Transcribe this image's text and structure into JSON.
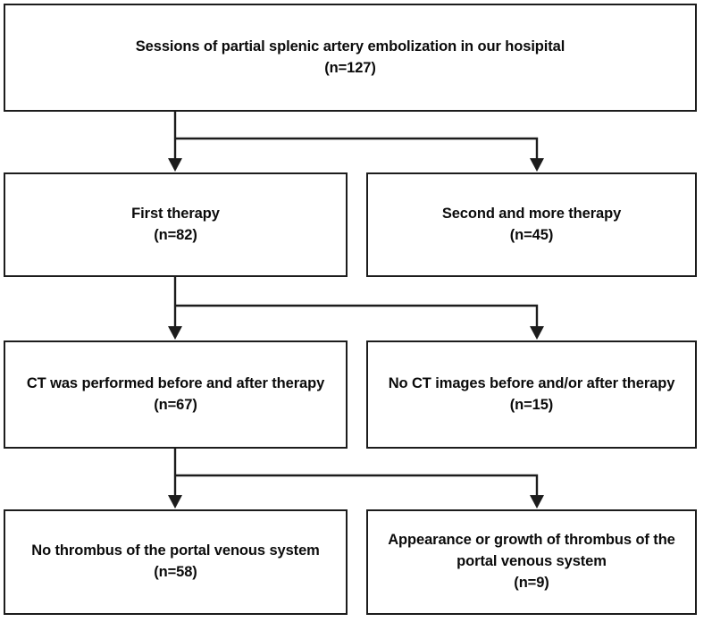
{
  "diagram": {
    "title": "Patient selection flow for partial splenic artery embolization study",
    "type": "flowchart",
    "colors": {
      "box_border": "#1c1c1c",
      "box_fill": "#ffffff",
      "connector": "#1c1c1c",
      "text": "#0b0b0b",
      "background": "#ffffff"
    }
  },
  "nodes": {
    "top": {
      "label": "Sessions of partial splenic artery embolization in our hosipital\n(n=127)",
      "line1": "Sessions of partial splenic artery embolization in our hosipital",
      "count_label": "(n=127)",
      "n": 127
    },
    "first_therapy": {
      "label": "First therapy\n(n=82)",
      "line1": "First therapy",
      "count_label": "(n=82)",
      "n": 82
    },
    "second_therapy": {
      "label": "Second and more therapy\n(n=45)",
      "line1": "Second and more therapy",
      "count_label": "(n=45)",
      "n": 45
    },
    "ct_performed": {
      "label": "CT was performed before and after therapy\n(n=67)",
      "line1": "CT was performed before and after therapy",
      "count_label": "(n=67)",
      "n": 67
    },
    "no_ct_images": {
      "label": "No CT images before and/or after therapy\n(n=15)",
      "line1": "No CT images before and/or after therapy",
      "count_label": "(n=15)",
      "n": 15
    },
    "no_thrombus": {
      "label": "No thrombus of the portal venous system\n(n=58)",
      "line1": "No thrombus of the portal venous system",
      "count_label": "(n=58)",
      "n": 58
    },
    "thrombus": {
      "label": "Appearance or growth of thrombus of the portal venous system\n(n=9)",
      "line1": "Appearance or growth of thrombus of the portal venous system",
      "count_label": "(n=9)",
      "n": 9
    }
  },
  "edges": [
    {
      "from": "top",
      "to": "first_therapy",
      "name": "edge-top-to-first-therapy"
    },
    {
      "from": "top",
      "to": "second_therapy",
      "name": "edge-top-to-second-therapy"
    },
    {
      "from": "first_therapy",
      "to": "ct_performed",
      "name": "edge-first-therapy-to-ct-performed"
    },
    {
      "from": "first_therapy",
      "to": "no_ct_images",
      "name": "edge-first-therapy-to-no-ct-images"
    },
    {
      "from": "ct_performed",
      "to": "no_thrombus",
      "name": "edge-ct-performed-to-no-thrombus"
    },
    {
      "from": "ct_performed",
      "to": "thrombus",
      "name": "edge-ct-performed-to-thrombus"
    }
  ]
}
